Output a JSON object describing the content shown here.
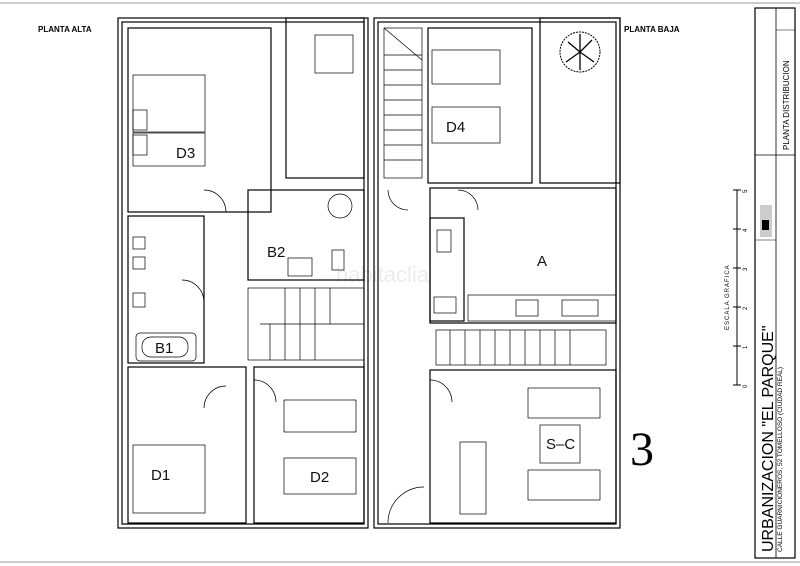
{
  "plans": {
    "upper": {
      "title": "PLANTA ALTA",
      "rooms": {
        "d3": "D3",
        "b2": "B2",
        "b1": "B1",
        "d1": "D1",
        "d2": "D2"
      }
    },
    "lower": {
      "title": "PLANTA BAJA",
      "rooms": {
        "d4": "D4",
        "a": "A",
        "sc": "S–C"
      }
    }
  },
  "unit_number": "3",
  "watermark": "habitaclia",
  "title_block": {
    "project": "URBANIZACION \"EL PARQUE\"",
    "address": "CALLE GUARNICIONEROS, 52 TOMELLOSO (CIUDAD REAL)",
    "sheet": "PLANTA DISTRIBUCION",
    "scale_label": "ESCALA GRAFICA",
    "scale_ticks": [
      "0",
      "1",
      "2",
      "3",
      "4",
      "5"
    ]
  }
}
